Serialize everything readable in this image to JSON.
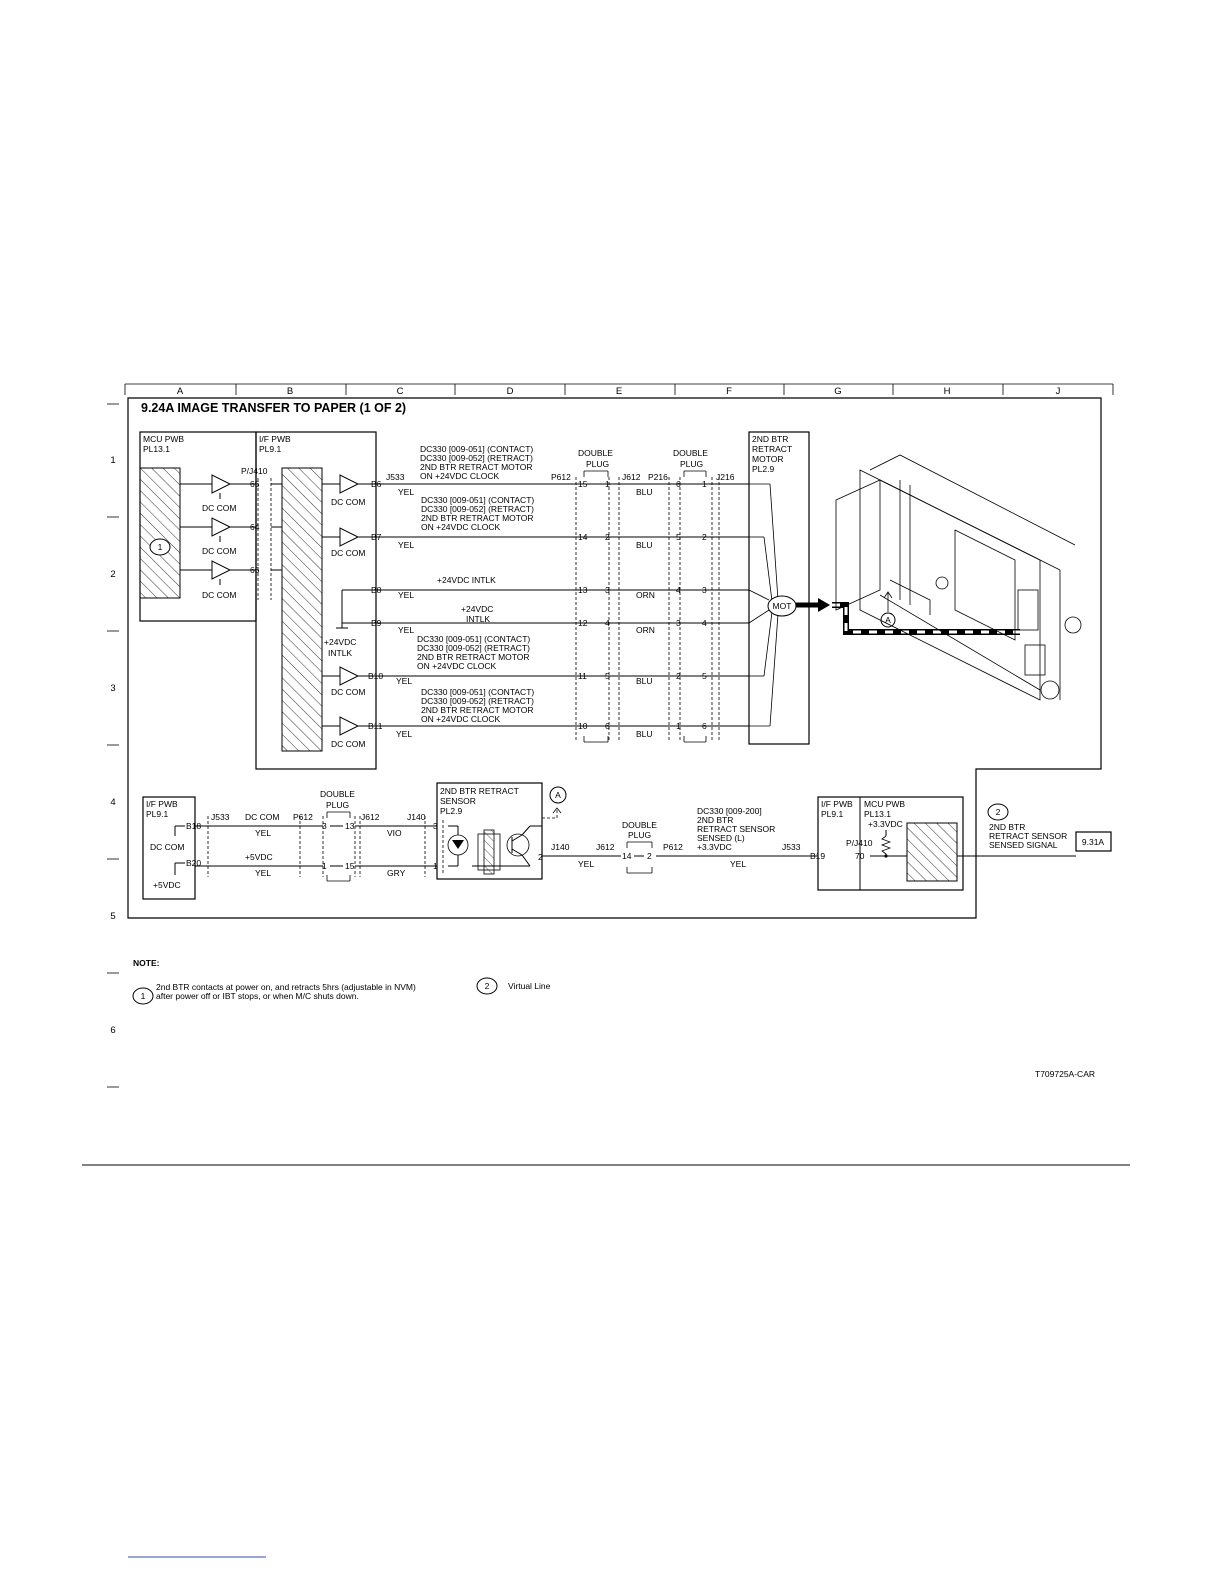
{
  "diagram": {
    "title": "9.24A IMAGE TRANSFER TO PAPER (1 OF 2)",
    "columns": [
      "A",
      "B",
      "C",
      "D",
      "E",
      "F",
      "G",
      "H",
      "J"
    ],
    "rows": [
      "1",
      "2",
      "3",
      "4",
      "5",
      "6"
    ],
    "mcu_pwb": {
      "name": "MCU PWB",
      "pl": "PL13.1"
    },
    "if_pwb": {
      "name": "I/F PWB",
      "pl": "PL9.1"
    },
    "pj410": "P/J410",
    "mcu_pins": [
      "65",
      "64",
      "66"
    ],
    "dc_com": "DC COM",
    "j533": "J533",
    "p612": "P612",
    "j612": "J612",
    "p216": "P216",
    "j216": "J216",
    "double_plug": "DOUBLE\nPLUG",
    "double_label": "DOUBLE",
    "plug_label": "PLUG",
    "motor_box": {
      "l1": "2ND BTR",
      "l2": "RETRACT",
      "l3": "MOTOR",
      "l4": "PL2.9"
    },
    "mot": "MOT",
    "signal_block_1": [
      "DC330  [009-051]  (CONTACT)",
      "DC330  [009-052]  (RETRACT)",
      "2ND BTR RETRACT MOTOR",
      "ON +24VDC CLOCK"
    ],
    "intlk_label": "+24VDC INTLK",
    "intlk_label_a": "+24VDC",
    "intlk_label_b": "INTLK",
    "intlk_ground_a": "+24VDC",
    "intlk_ground_b": "INTLK",
    "wires": [
      {
        "pin": "B6",
        "color": "YEL",
        "p612": "15",
        "j612": "1",
        "mid": "BLU",
        "p216": "6",
        "j216": "1"
      },
      {
        "pin": "B7",
        "color": "YEL",
        "p612": "14",
        "j612": "2",
        "mid": "BLU",
        "p216": "5",
        "j216": "2"
      },
      {
        "pin": "B8",
        "color": "YEL",
        "p612": "13",
        "j612": "3",
        "mid": "ORN",
        "p216": "4",
        "j216": "3"
      },
      {
        "pin": "B9",
        "color": "YEL",
        "p612": "12",
        "j612": "4",
        "mid": "ORN",
        "p216": "3",
        "j216": "4"
      },
      {
        "pin": "B10",
        "color": "YEL",
        "p612": "11",
        "j612": "5",
        "mid": "BLU",
        "p216": "2",
        "j216": "5"
      },
      {
        "pin": "B11",
        "color": "YEL",
        "p612": "10",
        "j612": "6",
        "mid": "BLU",
        "p216": "1",
        "j216": "6"
      }
    ],
    "lower": {
      "if_pwb": "I/F PWB",
      "if_pl": "PL9.1",
      "b18": "B18",
      "b20": "B20",
      "dc_com": "DC COM",
      "p5vdc": "+5VDC",
      "j533": "J533",
      "dc_com_label": "DC COM",
      "p612": "P612",
      "yel1": "YEL",
      "p5vdc_label": "+5VDC",
      "yel2": "YEL",
      "double": "DOUBLE",
      "plug": "PLUG",
      "pin3": "3",
      "pin13": "13",
      "pin1": "1",
      "pin15": "15",
      "j612": "J612",
      "j140": "J140",
      "vio": "VIO",
      "gry": "GRY",
      "s_pin3": "3",
      "s_pin1": "1",
      "s_pin2": "2",
      "sensor_l1": "2ND BTR RETRACT",
      "sensor_l2": "SENSOR",
      "sensor_l3": "PL2.9",
      "marker_a": "A",
      "j140b": "J140",
      "j612b": "J612",
      "p612b": "P612",
      "yel3": "YEL",
      "pin14": "14",
      "pin2": "2",
      "double2": "DOUBLE",
      "plug2": "PLUG",
      "signal": [
        "DC330 [009-200]",
        "2ND BTR",
        "RETRACT SENSOR",
        "SENSED (L)",
        "+3.3VDC"
      ],
      "j533b": "J533",
      "yel4": "YEL",
      "b19": "B19",
      "if_pwb2": "I/F PWB",
      "if_pl2": "PL9.1",
      "mcu_pwb": "MCU PWB",
      "mcu_pl": "PL13.1",
      "v33": "+3.3VDC",
      "pj410": "P/J410",
      "pin70": "70",
      "virt_num": "2",
      "virt_l1": "2ND BTR",
      "virt_l2": "RETRACT SENSOR",
      "virt_l3": "SENSED SIGNAL",
      "ref": "9.31A"
    },
    "note_title": "NOTE:",
    "note1_num": "1",
    "note1_l1": "2nd BTR contacts at power on, and retracts 5hrs (adjustable in NVM)",
    "note1_l2": "after power off or IBT stops, or when M/C shuts down.",
    "note2_num": "2",
    "note2_text": "Virtual Line",
    "marker_1": "1",
    "marker_a": "A",
    "figure_id": "T709725A-CAR"
  }
}
